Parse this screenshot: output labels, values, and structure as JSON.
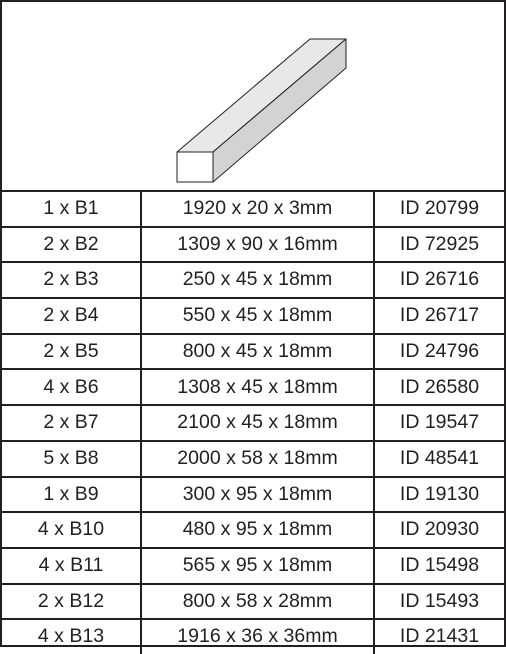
{
  "parts_list": {
    "illustration_icon": "wooden-board-icon",
    "rows": [
      {
        "qty": "1 x B1",
        "size": "1920 x 20 x 3mm",
        "id": "ID 20799"
      },
      {
        "qty": "2 x B2",
        "size": "1309 x 90 x 16mm",
        "id": "ID 72925"
      },
      {
        "qty": "2 x B3",
        "size": "250 x 45 x 18mm",
        "id": "ID 26716"
      },
      {
        "qty": "2 x B4",
        "size": "550 x 45 x 18mm",
        "id": "ID 26717"
      },
      {
        "qty": "2 x B5",
        "size": "800 x 45 x 18mm",
        "id": "ID 24796"
      },
      {
        "qty": "4 x B6",
        "size": "1308 x 45 x 18mm",
        "id": "ID 26580"
      },
      {
        "qty": "2 x B7",
        "size": "2100 x 45 x 18mm",
        "id": "ID 19547"
      },
      {
        "qty": "5 x B8",
        "size": "2000 x 58 x 18mm",
        "id": "ID 48541"
      },
      {
        "qty": "1 x B9",
        "size": "300 x 95 x 18mm",
        "id": "ID 19130"
      },
      {
        "qty": "4 x B10",
        "size": "480 x 95 x 18mm",
        "id": "ID 20930"
      },
      {
        "qty": "4 x B11",
        "size": "565 x 95 x 18mm",
        "id": "ID 15498"
      },
      {
        "qty": "2 x B12",
        "size": "800 x 58 x 28mm",
        "id": "ID 15493"
      },
      {
        "qty": "4 x B13",
        "size": "1916 x 36 x 36mm",
        "id": "ID 21431"
      }
    ]
  }
}
